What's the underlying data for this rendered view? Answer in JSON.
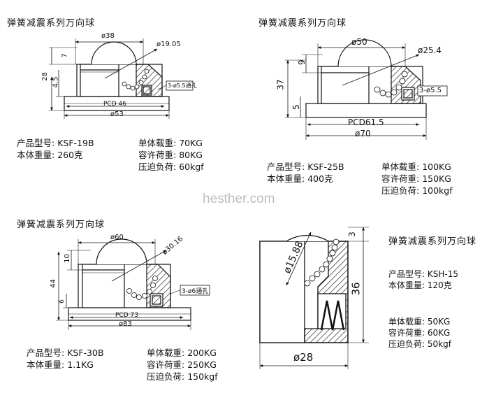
{
  "watermark": "hesther.com",
  "panels": [
    {
      "title": "弹簧减震系列万向球",
      "dims": {
        "top": "ø38",
        "ball": "ø19.05",
        "h1": "7",
        "h2": "28",
        "h3": "4.5",
        "holes": "3-ø5.5通孔",
        "pcd": "PCD 46",
        "base": "ø53"
      },
      "specs": [
        {
          "label": "产品型号:",
          "value": "KSF-19B"
        },
        {
          "label": "本体重量:",
          "value": "260克"
        },
        {
          "label": "单体载重:",
          "value": "70KG"
        },
        {
          "label": "容许荷重:",
          "value": "80KG"
        },
        {
          "label": "压迫负荷:",
          "value": "60kgf"
        }
      ]
    },
    {
      "title": "弹簧减震系列万向球",
      "dims": {
        "top": "ø50",
        "ball": "ø25.4",
        "h1": "9",
        "h2": "37",
        "h3": "5",
        "holes": "3-ø5.5",
        "pcd": "PCD61.5",
        "base": "ø70"
      },
      "specs": [
        {
          "label": "产品型号:",
          "value": "KSF-25B"
        },
        {
          "label": "本体重量:",
          "value": "400克"
        },
        {
          "label": "单体载重:",
          "value": "100KG"
        },
        {
          "label": "容许荷重:",
          "value": "150KG"
        },
        {
          "label": "压迫负荷:",
          "value": "100kgf"
        }
      ]
    },
    {
      "title": "弹簧减震系列万向球",
      "dims": {
        "top": "ø60",
        "ball": "ø30.16",
        "h1": "10",
        "h2": "44",
        "h3": "6",
        "holes": "3-ø6通孔",
        "pcd": "PCD 73",
        "base": "ø83"
      },
      "specs": [
        {
          "label": "产品型号:",
          "value": "KSF-30B"
        },
        {
          "label": "本体重量:",
          "value": "1.1KG"
        },
        {
          "label": "单体载重:",
          "value": "200KG"
        },
        {
          "label": "容许荷重:",
          "value": "250KG"
        },
        {
          "label": "压迫负荷:",
          "value": "150kgf"
        }
      ]
    },
    {
      "title": "弹簧减震系列万向球",
      "dims": {
        "ball": "ø15.88",
        "h1": "3",
        "h2": "36",
        "base": "ø28"
      },
      "specs": [
        {
          "label": "产品型号:",
          "value": "KSH-15"
        },
        {
          "label": "本体重量:",
          "value": "120克"
        },
        {
          "label": "单体载重:",
          "value": "50KG"
        },
        {
          "label": "容许荷重:",
          "value": "60KG"
        },
        {
          "label": "压迫负荷:",
          "value": "50kgf"
        }
      ]
    }
  ]
}
